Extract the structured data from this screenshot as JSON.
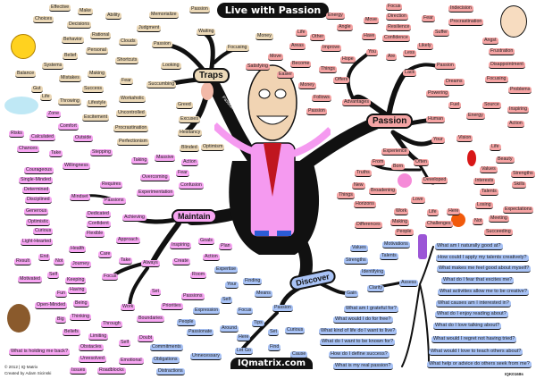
{
  "title": "Live with Passion",
  "website": "IQmatrix.com",
  "copyright": [
    "© 2012 | IQ Matrix",
    "Created by Adam Sicinski"
  ],
  "code": "IQK0168s",
  "coat_ribbon": "Passion",
  "main_branches": {
    "traps": "Traps",
    "passion": "Passion",
    "maintain": "Maintain",
    "discover": "Discover"
  },
  "colors": {
    "traps": "#ecd9b8",
    "passion": "#f5a4a4",
    "maintain": "#f7a6f2",
    "discover": "#a9c3f6",
    "branch": "#111111",
    "suit": "#f59af0"
  },
  "labels": {
    "traps": [
      "Effective",
      "Make",
      "Choices",
      "Ability",
      "Decisions",
      "Judgment",
      "Behavior",
      "Rational",
      "Clouds",
      "Passion",
      "Belief",
      "Personal",
      "Systems",
      "Shortcuts",
      "Looking",
      "Balance",
      "Mistakes",
      "Making",
      "Fear",
      "Succumbing",
      "Gut",
      "Success",
      "Life",
      "Throwing",
      "Lifestyle",
      "Workaholic",
      "Greed",
      "Uncontrolled",
      "Excitement",
      "Excuses",
      "Procrastination",
      "Hesitancy",
      "Perfectionism",
      "Blinded",
      "Optimism",
      "Memorialize",
      "Passion",
      "Waiting",
      "Focusing",
      "Money"
    ],
    "passion": [
      "Energy",
      "Move",
      "Angle",
      "Focus",
      "Direction",
      "Resilience",
      "Confidence",
      "Have",
      "Life",
      "Other",
      "Areas",
      "Improve",
      "You",
      "Hope",
      "Are",
      "Less",
      "Likely",
      "Suffer",
      "Fear",
      "Indecision",
      "Procrastination",
      "Angst",
      "Frustration",
      "Disappointment",
      "Focusing",
      "Problems",
      "Passion",
      "Lack",
      "Satisfying",
      "Move",
      "Become",
      "Easier",
      "Things",
      "Offers",
      "Money",
      "Follows",
      "Passion",
      "Advantages",
      "Dreams",
      "Powering",
      "Fuel",
      "Source",
      "Inspiring",
      "Energy",
      "Human",
      "Action",
      "Your",
      "Vision",
      "Life",
      "Experience",
      "From",
      "Born",
      "Often",
      "Truths",
      "Beauty",
      "Values",
      "Strengths",
      "Developed",
      "New",
      "Interests",
      "Skills",
      "Things",
      "Broadening",
      "Talents",
      "Horizons",
      "Love",
      "Losing",
      "Expectations",
      "Work",
      "Life",
      "Here",
      "Not",
      "Meeting",
      "Differences",
      "Making",
      "Challenges",
      "People",
      "Succeeding"
    ],
    "maintain": [
      "Zone",
      "Comfort",
      "Risks",
      "Calculated",
      "Outside",
      "Chances",
      "Take",
      "Stepping",
      "Willingness",
      "Taking",
      "Massive",
      "Action",
      "Courageous",
      "Single-Minded",
      "Requires",
      "Overcoming",
      "Fear",
      "Determined",
      "Confusion",
      "Experimentation",
      "Mindset",
      "Disciplined",
      "Passions",
      "Generous",
      "Dedicated",
      "Achieving",
      "Optimistic",
      "Confident",
      "Curious",
      "Flexible",
      "Approach",
      "Light-Hearted",
      "Health",
      "Care",
      "Take",
      "Result",
      "End",
      "Not",
      "Journey",
      "Always",
      "Create",
      "Action",
      "Inspiring",
      "Goals",
      "Plan",
      "Motivated",
      "Self",
      "Keeping",
      "Focus",
      "Room",
      "Fun",
      "Having",
      "Set",
      "Passions",
      "Open-Minded",
      "Being",
      "Work",
      "Priorities",
      "Big",
      "Thinking",
      "Boundaries",
      "Through",
      "Beliefs",
      "Limiting",
      "Doubt",
      "Self",
      "What is holding me back?",
      "Obstacles",
      "Unresolved",
      "Emotional",
      "Issues",
      "Roadblocks"
    ],
    "discover": [
      "Expertise",
      "Your",
      "Finding",
      "Means",
      "Self",
      "Expression",
      "Focus",
      "People",
      "Tips",
      "Passionate",
      "Around",
      "Here",
      "Commitments",
      "Let Go",
      "Unnecessary",
      "Obligations",
      "Distractions",
      "Passion",
      "Values",
      "Motivations",
      "Talents",
      "Strengths",
      "Identifying",
      "Clarity",
      "Assess",
      "Gain",
      "Set",
      "Curious",
      "Find",
      "Cause",
      "What am I grateful for?",
      "What would I do for free?",
      "What kind of life do I want to live?",
      "What do I want to be known for?",
      "How do I define success?",
      "What is my real passion?",
      "What am I naturally good at?",
      "How could I apply my talents creatively?",
      "What makes me feel good about myself?",
      "What do I fear that excites me?",
      "What activities allow me to be creative?",
      "What causes am I interested in?",
      "What do I enjoy reading about?",
      "What do I love talking about?",
      "What would I regret not having tried?",
      "What would I love to teach others about?",
      "What help or advice do others seek from me?"
    ]
  }
}
